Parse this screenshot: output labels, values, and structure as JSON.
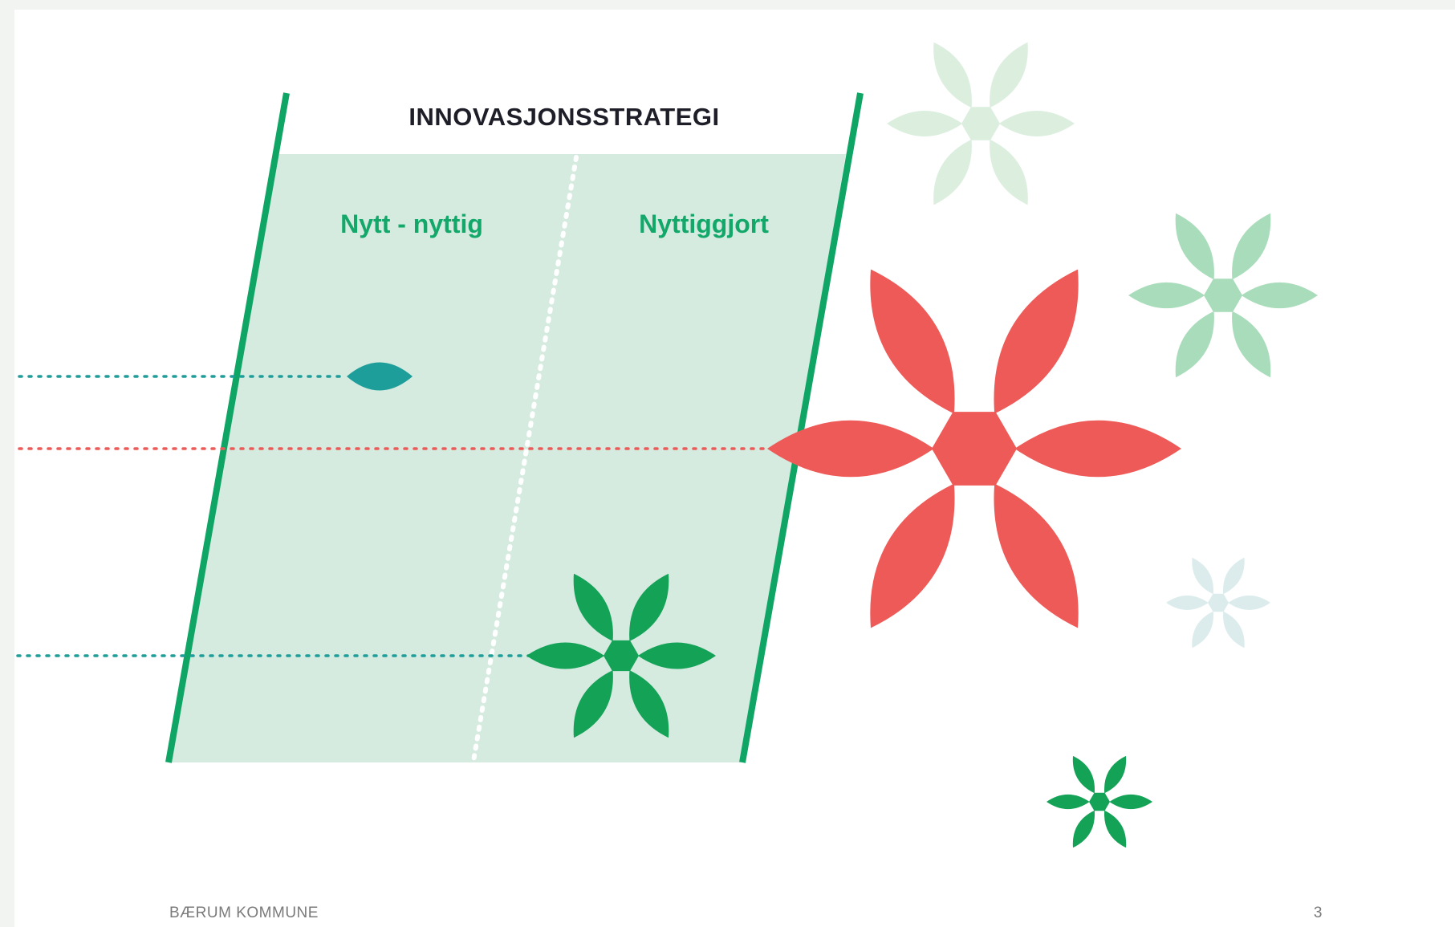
{
  "diagram": {
    "title": "INNOVASJONSSTRATEGI",
    "columns": [
      {
        "label": "Nytt - nyttig"
      },
      {
        "label": "Nyttiggjort"
      }
    ]
  },
  "footer": {
    "organization": "BÆRUM KOMMUNE",
    "page_number": "3"
  },
  "colors": {
    "frame_green": "#0fa564",
    "panel_fill": "#d5ebe0",
    "label_green": "#13a86a",
    "teal": "#1e9e9a",
    "red": "#ee5a57",
    "green_flower": "#14a257",
    "light_green_flower": "#a9dcba",
    "pale_green_flower": "#dcefdf",
    "pale_blue_flower": "#dcecec",
    "heading_text": "#1e1e28",
    "footer_text": "#7a7a7a"
  },
  "icons": [
    "bud-icon",
    "red-flower-icon",
    "green-flower-icon",
    "pale-flower-icon",
    "light-green-flower-icon",
    "pale-blue-flower-icon",
    "small-green-flower-icon"
  ]
}
